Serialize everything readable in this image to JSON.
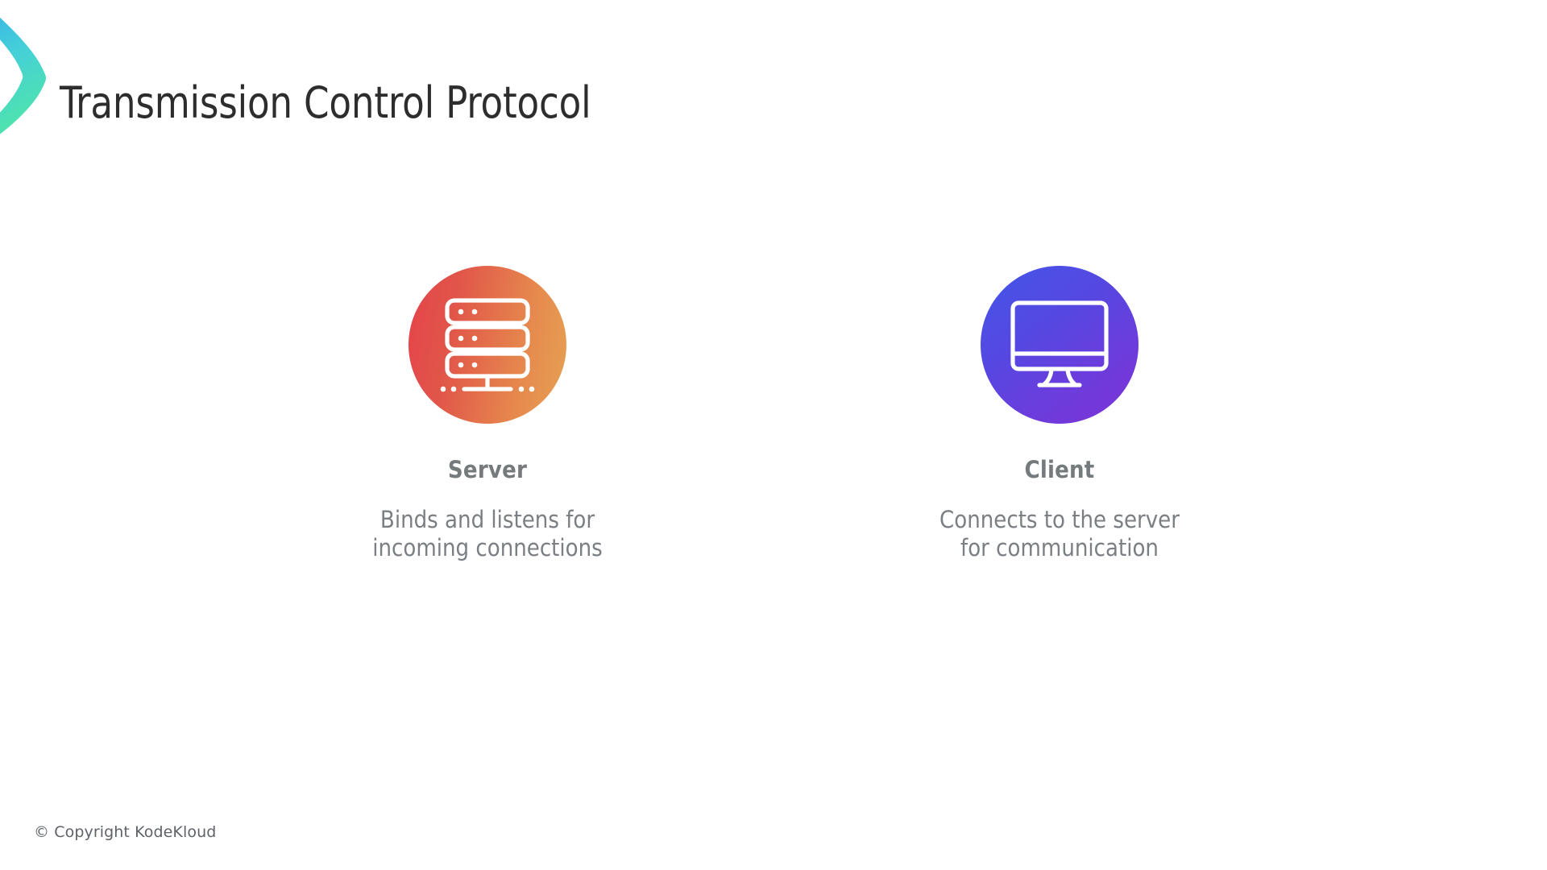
{
  "slide": {
    "title": "Transmission Control Protocol",
    "background_color": "#ffffff",
    "title_color": "#2d2d2d"
  },
  "accent": {
    "name": "chevron-accent",
    "gradient_from": "#3fb9e4",
    "gradient_to": "#4fe0ad"
  },
  "cards": [
    {
      "id": "server",
      "icon": "server-rack-icon",
      "title": "Server",
      "description": "Binds and listens for incoming connections",
      "circle_gradient_from": "#e5434b",
      "circle_gradient_to": "#e5a252",
      "icon_color": "#ffffff"
    },
    {
      "id": "client",
      "icon": "desktop-monitor-icon",
      "title": "Client",
      "description": "Connects to the server for communication",
      "circle_gradient_from": "#4356e8",
      "circle_gradient_to": "#7b32d6",
      "icon_color": "#ffffff"
    }
  ],
  "footer": {
    "copyright": "© Copyright KodeKloud",
    "color": "#5f6368"
  }
}
